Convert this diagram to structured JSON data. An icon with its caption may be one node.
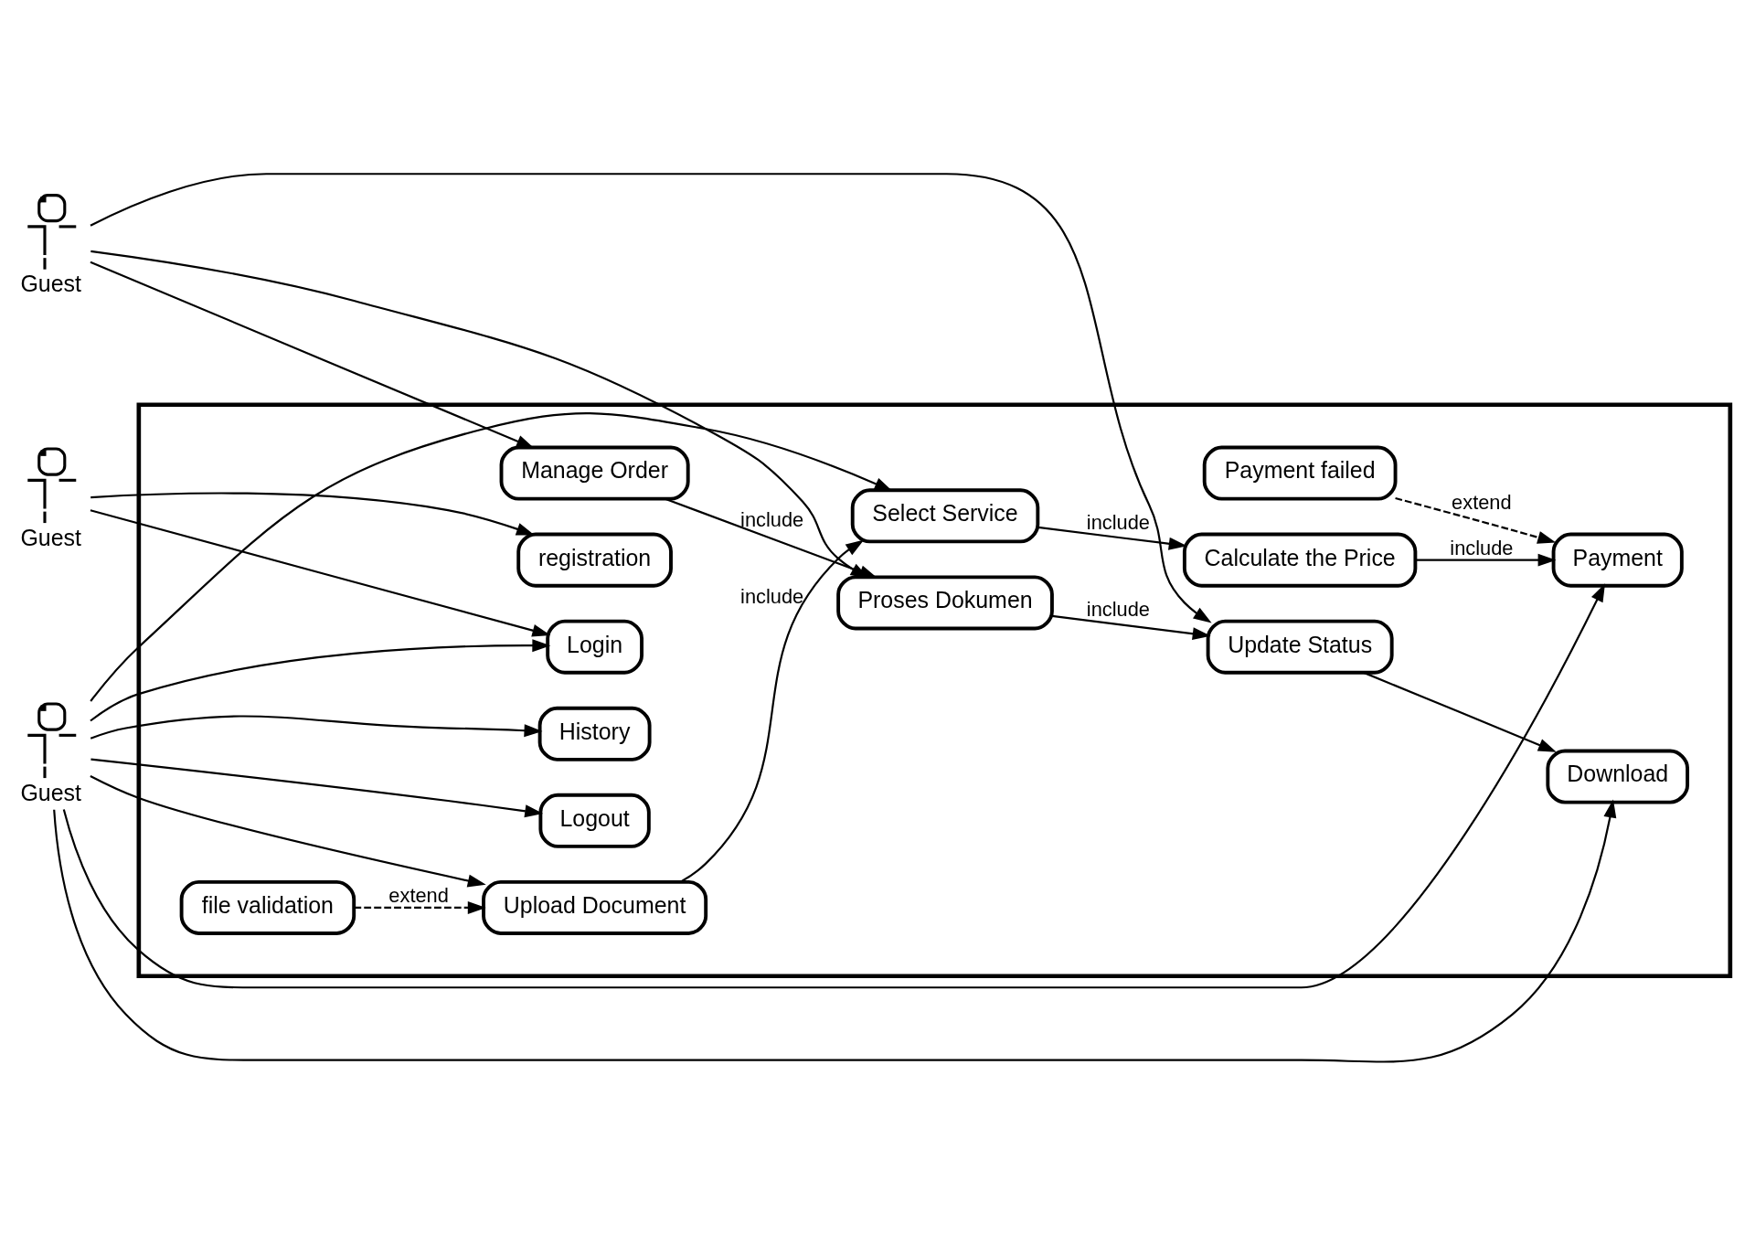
{
  "diagram": {
    "nodes": [
      {
        "text": [
          "Guest"
        ]
      },
      {
        "text": [
          "Guest"
        ]
      },
      {
        "text": [
          "Guest"
        ]
      },
      {
        "text": [],
        "shape": "box"
      },
      {
        "text": [
          "registration"
        ],
        "in": 3
      },
      {
        "text": [
          "Login"
        ],
        "in": 3
      },
      {
        "text": [
          "History"
        ],
        "in": 3
      },
      {
        "text": [
          "Logout"
        ],
        "in": 3
      },
      {
        "text": [
          "Select Service"
        ],
        "in": 3
      },
      {
        "text": [
          "Calculate the Price"
        ],
        "in": 3
      },
      {
        "text": [
          "Payment"
        ],
        "in": 3
      },
      {
        "text": [
          "file validation"
        ],
        "in": 3
      },
      {
        "text": [
          "Upload Document"
        ],
        "in": 3
      },
      {
        "text": [
          "Payment failed"
        ],
        "in": 3
      },
      {
        "text": [
          "Download"
        ],
        "in": 3
      },
      {
        "text": [
          "Update Status"
        ],
        "in": 3
      },
      {
        "text": [
          "Proses Dokumen"
        ],
        "in": 3
      },
      {
        "text": [
          "Manage Order"
        ],
        "in": 3
      }
    ],
    "edges": [
      {
        "from": 0,
        "to": 4,
        "arrow": "to"
      },
      {
        "from": 0,
        "to": 5,
        "arrow": "to"
      },
      {
        "from": 1,
        "to": 5,
        "arrow": "to"
      },
      {
        "from": 1,
        "to": 10,
        "arrow": "to"
      },
      {
        "from": 1,
        "to": 6,
        "arrow": "to"
      },
      {
        "from": 1,
        "to": 7,
        "arrow": "to"
      },
      {
        "from": 1,
        "to": 8,
        "arrow": "to"
      },
      {
        "from": 1,
        "to": 12,
        "arrow": "to"
      },
      {
        "from": 1,
        "to": 14,
        "arrow": "to"
      },
      {
        "from": 8,
        "to": 9,
        "label": "include",
        "arrow": "to"
      },
      {
        "from": 9,
        "to": 10,
        "label": "include",
        "arrow": "to"
      },
      {
        "from": 11,
        "to": 12,
        "label": "extend",
        "arrow": "to",
        "style": "dashed"
      },
      {
        "from": 12,
        "to": 8,
        "label": "include",
        "arrow": "to"
      },
      {
        "from": 13,
        "to": 10,
        "label": "extend",
        "arrow": "to",
        "style": "dashed"
      },
      {
        "from": 2,
        "to": 15,
        "arrow": "to"
      },
      {
        "from": 2,
        "to": 16,
        "arrow": "to"
      },
      {
        "from": 2,
        "to": 17,
        "arrow": "to"
      },
      {
        "from": 17,
        "to": 16,
        "label": "include",
        "arrow": "to"
      },
      {
        "from": 16,
        "to": 15,
        "label": "include",
        "arrow": "to"
      },
      {
        "from": 15,
        "to": 14,
        "arrow": "to"
      }
    ]
  }
}
